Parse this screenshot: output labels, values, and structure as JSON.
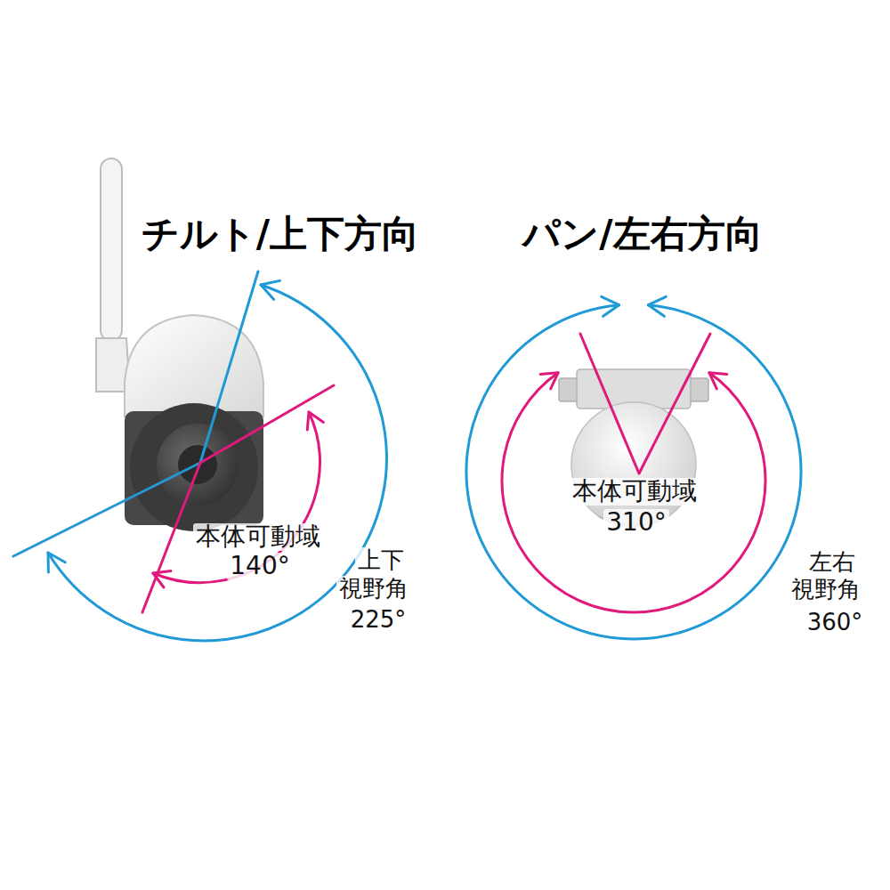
{
  "diagram": {
    "labels": [
      "チルト/上下方向",
      "パン/左右方向",
      "本体可動域",
      "140°",
      "上下",
      "視野角",
      "225°",
      "本体可動域",
      "310°",
      "左右",
      "視野角",
      "360°"
    ]
  }
}
